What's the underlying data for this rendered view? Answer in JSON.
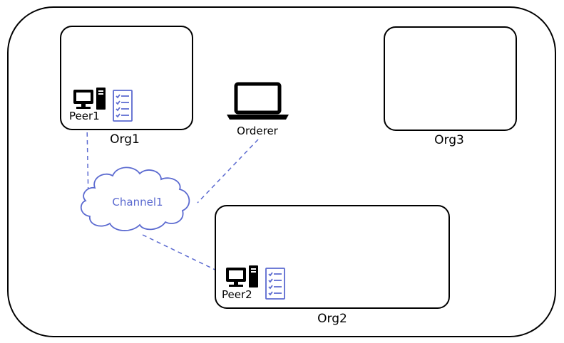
{
  "organizations": [
    {
      "id": "org1",
      "label": "Org1"
    },
    {
      "id": "org2",
      "label": "Org2"
    },
    {
      "id": "org3",
      "label": "Org3"
    }
  ],
  "peers": [
    {
      "id": "peer1",
      "label": "Peer1",
      "org": "Org1",
      "icons": [
        "computer-icon",
        "ledger-document-icon"
      ]
    },
    {
      "id": "peer2",
      "label": "Peer2",
      "org": "Org2",
      "icons": [
        "computer-icon",
        "ledger-document-icon"
      ]
    }
  ],
  "orderer": {
    "label": "Orderer",
    "icon": "laptop-icon"
  },
  "channel": {
    "label": "Channel1",
    "icon": "cloud-icon",
    "color": "#5b6ad0"
  },
  "connections": [
    {
      "from": "Peer1",
      "to": "Channel1",
      "style": "dashed"
    },
    {
      "from": "Orderer",
      "to": "Channel1",
      "style": "dashed"
    },
    {
      "from": "Peer2",
      "to": "Channel1",
      "style": "dashed"
    }
  ],
  "colors": {
    "outline": "#000000",
    "accent": "#5b6ad0",
    "background": "#ffffff"
  }
}
